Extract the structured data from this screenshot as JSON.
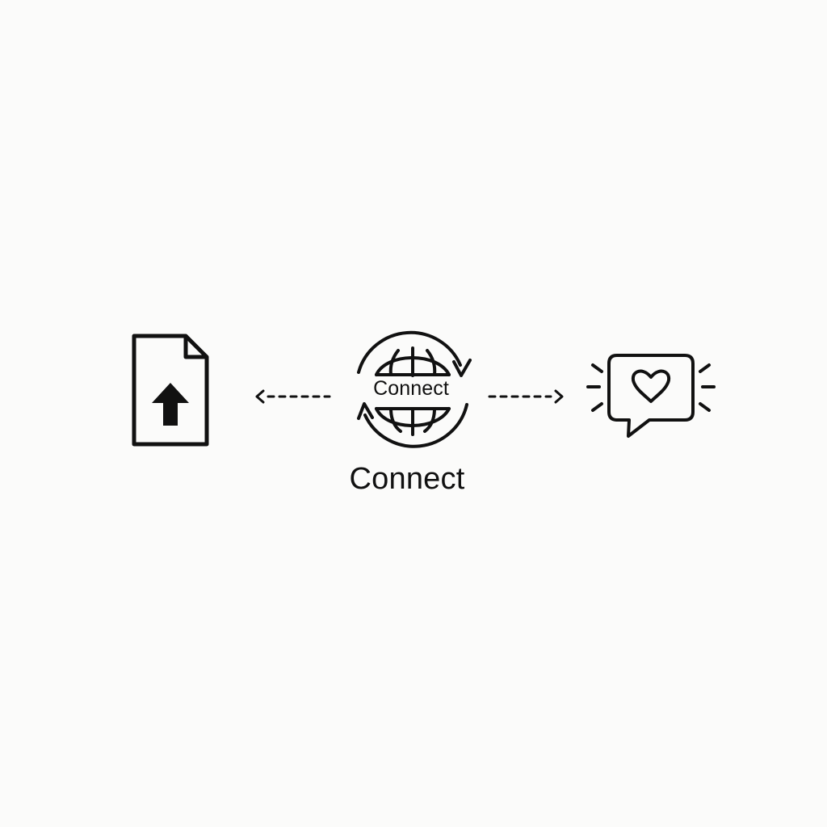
{
  "diagram": {
    "nodes": [
      {
        "id": "source",
        "icon": "file-upload-icon"
      },
      {
        "id": "hub",
        "icon": "globe-sync-icon",
        "caption": "Connect"
      },
      {
        "id": "target",
        "icon": "chat-heart-icon"
      }
    ],
    "edges": [
      {
        "from": "hub",
        "to": "source",
        "style": "dashed",
        "arrow": "left"
      },
      {
        "from": "hub",
        "to": "target",
        "style": "dashed",
        "arrow": "right"
      }
    ],
    "label": "Connect"
  },
  "colors": {
    "background": "#fbfbfa",
    "stroke": "#111111"
  }
}
